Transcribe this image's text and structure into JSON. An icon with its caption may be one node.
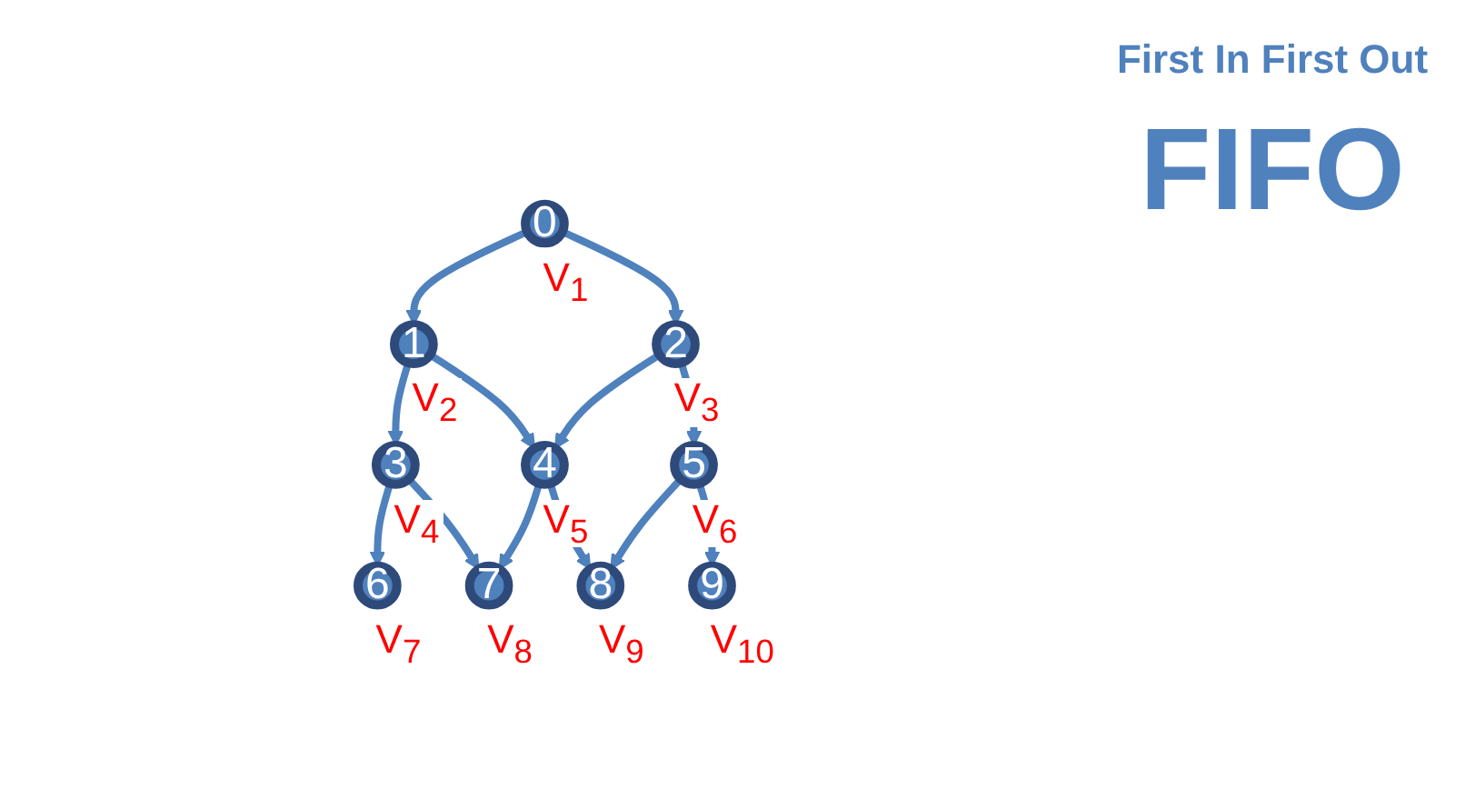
{
  "diagram": {
    "nodes": [
      {
        "text": [
          "0"
        ],
        "beside": [
          "V$_{1}$"
        ]
      },
      {
        "text": [
          "1"
        ],
        "beside": [
          "V$_{2}$"
        ]
      },
      {
        "text": [
          "2"
        ],
        "beside": [
          "V$_{3}$"
        ]
      },
      {
        "text": [
          "3"
        ],
        "beside": [
          "V$_{4}$"
        ]
      },
      {
        "text": [
          "4"
        ],
        "beside": [
          "V$_{5}$"
        ]
      },
      {
        "text": [
          "5"
        ],
        "beside": [
          "V$_{6}$"
        ]
      },
      {
        "text": [
          "6"
        ],
        "beside": [
          "V$_{7}$"
        ]
      },
      {
        "text": [
          "7"
        ],
        "beside": [
          "V$_{8}$"
        ]
      },
      {
        "text": [
          "8"
        ],
        "beside": [
          "V$_{9}$"
        ]
      },
      {
        "text": [
          "9"
        ],
        "beside": [
          "V$_{10}$"
        ]
      }
    ],
    "edges": [
      {
        "from": 0,
        "to": 1,
        "arrow": "to"
      },
      {
        "from": 0,
        "to": 2,
        "arrow": "to"
      },
      {
        "from": 1,
        "to": 3,
        "arrow": "to"
      },
      {
        "from": 1,
        "to": 4,
        "arrow": "to"
      },
      {
        "from": 2,
        "to": 4,
        "arrow": "to"
      },
      {
        "from": 2,
        "to": 5,
        "arrow": "to"
      },
      {
        "from": 3,
        "to": 6,
        "arrow": "to"
      },
      {
        "from": 3,
        "to": 7,
        "arrow": "to"
      },
      {
        "from": 4,
        "to": 7,
        "arrow": "to"
      },
      {
        "from": 4,
        "to": 8,
        "arrow": "to"
      },
      {
        "from": 5,
        "to": 8,
        "arrow": "to"
      },
      {
        "from": 5,
        "to": 9,
        "arrow": "to"
      }
    ],
    "labels": [
      "First In First Out",
      "FIFO"
    ]
  }
}
